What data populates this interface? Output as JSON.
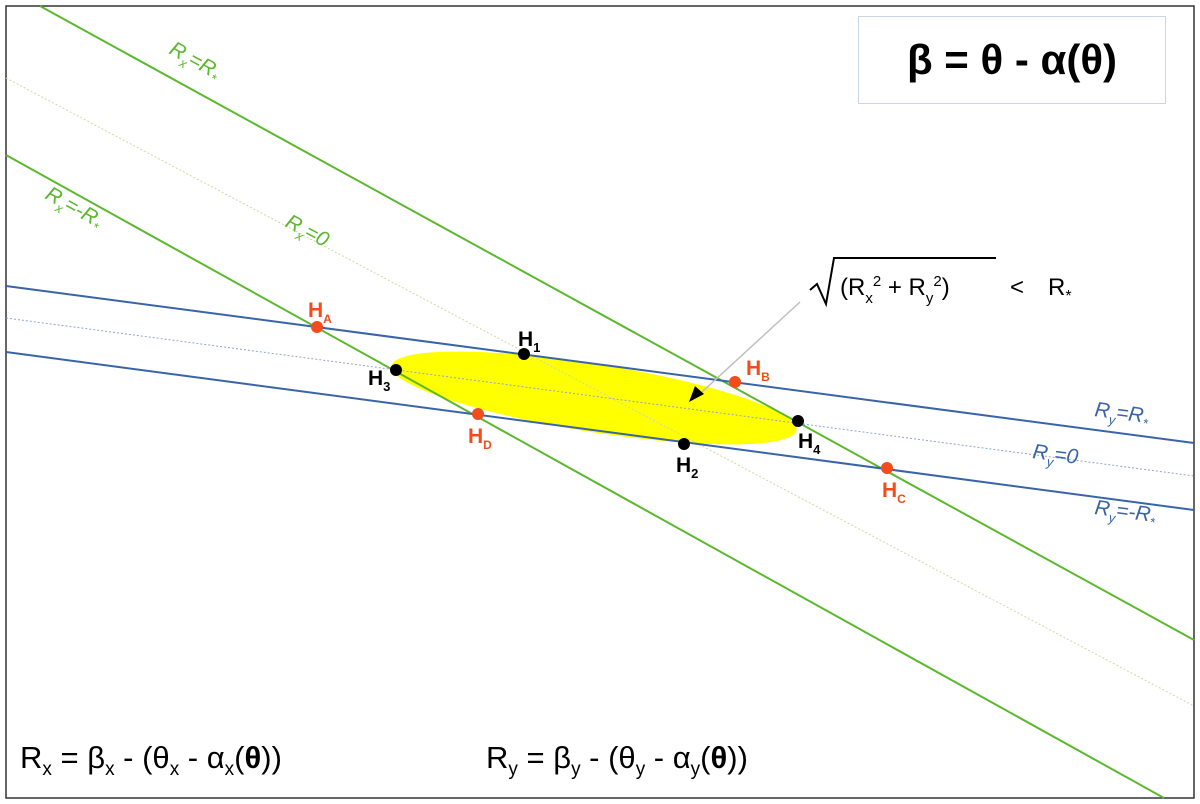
{
  "equation_box": "β = θ - α(θ)",
  "lines": {
    "rx_plus": {
      "label": "R",
      "sub": "x",
      "rhs": "=R",
      "rsub": "*"
    },
    "rx_zero": {
      "label": "R",
      "sub": "x",
      "rhs": "=0"
    },
    "rx_minus": {
      "label": "R",
      "sub": "x",
      "rhs": "=-R",
      "rsub": "*"
    },
    "ry_plus": {
      "label": "R",
      "sub": "y",
      "rhs": "=R",
      "rsub": "*"
    },
    "ry_zero": {
      "label": "R",
      "sub": "y",
      "rhs": "=0"
    },
    "ry_minus": {
      "label": "R",
      "sub": "y",
      "rhs": "=-R",
      "rsub": "*"
    }
  },
  "condition": {
    "lhs_open": "(R",
    "x": "x",
    "sq": "2",
    "plus": " + R",
    "y": "y",
    "close": ")",
    "lt": "<",
    "rhs": "R",
    "star": "*"
  },
  "points": {
    "H1": {
      "label": "H",
      "sub": "1"
    },
    "H2": {
      "label": "H",
      "sub": "2"
    },
    "H3": {
      "label": "H",
      "sub": "3"
    },
    "H4": {
      "label": "H",
      "sub": "4"
    },
    "HA": {
      "label": "H",
      "sub": "A"
    },
    "HB": {
      "label": "H",
      "sub": "B"
    },
    "HC": {
      "label": "H",
      "sub": "C"
    },
    "HD": {
      "label": "H",
      "sub": "D"
    }
  },
  "formulas": {
    "rx": {
      "r": "R",
      "rs": "x",
      "eq": " = β",
      "bs": "x",
      "m1": " - (θ",
      "ts": "x",
      "m2": " - α",
      "as": "x",
      "open": "(",
      "theta": "θ",
      "close": "))"
    },
    "ry": {
      "r": "R",
      "rs": "y",
      "eq": " = β",
      "bs": "y",
      "m1": " - (θ",
      "ts": "y",
      "m2": " - α",
      "as": "y",
      "open": "(",
      "theta": "θ",
      "close": "))"
    }
  },
  "colors": {
    "green": "#5cb82e",
    "blue": "#3a64a8",
    "yellow": "#ffff00",
    "red": "#f04c1c",
    "black": "#000000"
  }
}
